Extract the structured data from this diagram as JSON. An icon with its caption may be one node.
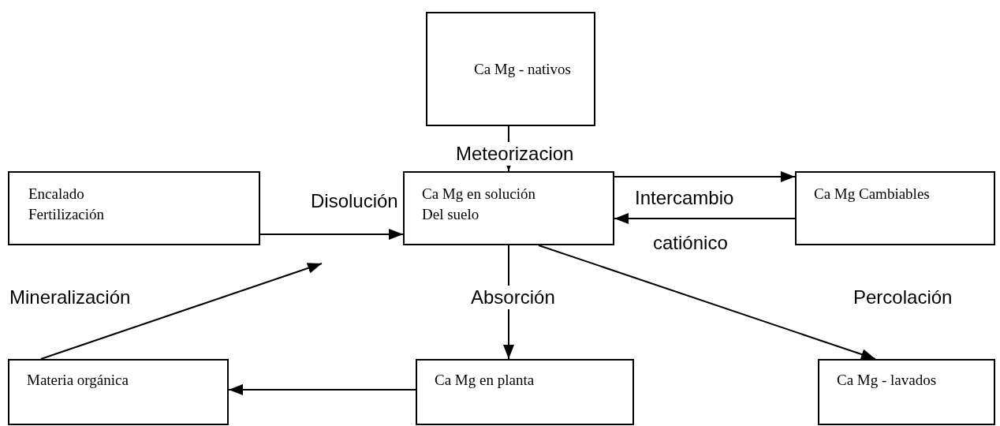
{
  "diagram": {
    "nodes": [
      {
        "text": [
          "Ca Mg - nativos"
        ]
      },
      {
        "text": [
          "Encalado Fertilización"
        ]
      },
      {
        "text": [
          "Ca Mg en solución Del suelo"
        ]
      },
      {
        "text": [
          "Ca Mg Cambiables"
        ]
      },
      {
        "text": [
          "Materia orgánica"
        ]
      },
      {
        "text": [
          "Ca Mg en planta"
        ]
      },
      {
        "text": [
          "Ca Mg - lavados"
        ]
      }
    ],
    "edges": [
      {
        "from": 0,
        "to": 2,
        "arrow": "to",
        "label": "Meteorizacion"
      },
      {
        "from": 2,
        "to": 3,
        "arrow": "to",
        "label": "Intercambio"
      },
      {
        "from": 3,
        "to": 2,
        "arrow": "to",
        "label": "catiónico"
      },
      {
        "from": 1,
        "to": 2,
        "arrow": "to",
        "label": "Disolución"
      },
      {
        "from": 4,
        "to": null,
        "arrow": "to",
        "label": "Mineralización"
      },
      {
        "from": 2,
        "to": 5,
        "arrow": "to",
        "label": "Absorción"
      },
      {
        "from": 5,
        "to": 4,
        "arrow": "to"
      },
      {
        "from": 2,
        "to": 6,
        "arrow": "to",
        "label": "Percolación"
      }
    ]
  }
}
